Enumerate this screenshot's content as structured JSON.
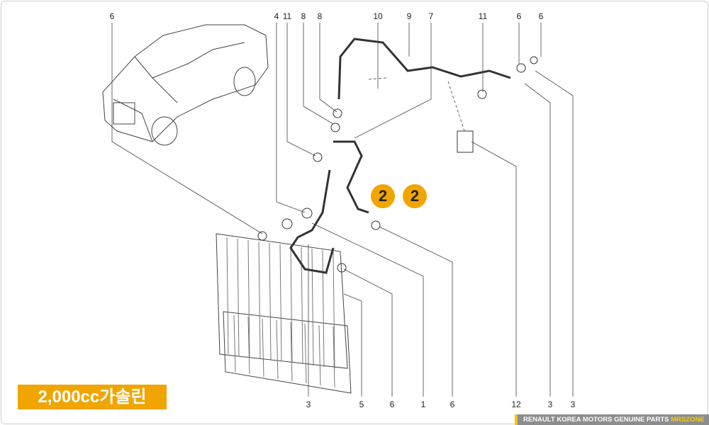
{
  "callouts_top": [
    "6",
    "4",
    "11",
    "8",
    "8",
    "10",
    "9",
    "7",
    "11",
    "6",
    "6"
  ],
  "callouts_bottom": [
    "3",
    "5",
    "6",
    "1",
    "6",
    "12",
    "3",
    "3"
  ],
  "badges": [
    "2",
    "2"
  ],
  "engine_label": "2,000cc가솔린",
  "banner": {
    "text": "RENAULT KOREA MOTORS GENUINE PARTS ",
    "brand": "MRSZONE"
  },
  "colors": {
    "accent": "#f0a500",
    "banner_bg": "#8d8d8d",
    "brand": "#f5d000"
  }
}
